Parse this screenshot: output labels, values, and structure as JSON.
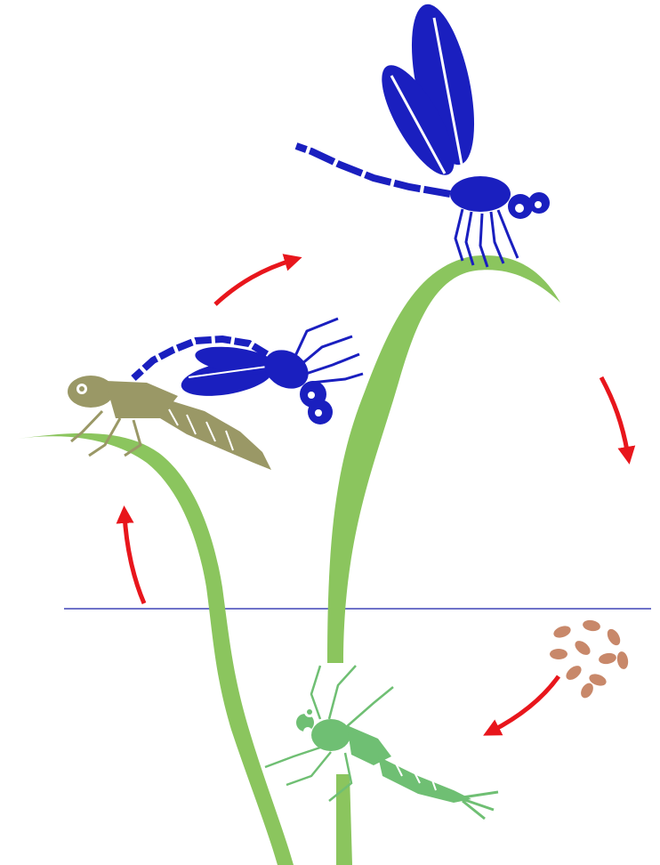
{
  "diagram": {
    "stages": [
      {
        "id": "eggs",
        "name": "eggs-cluster",
        "color": "#c8886a"
      },
      {
        "id": "nymph",
        "name": "nymph-underwater",
        "color": "#6fbf73"
      },
      {
        "id": "emergence",
        "name": "emergence-on-stem",
        "color": "#9a9866"
      },
      {
        "id": "adult",
        "name": "adult-dragonfly",
        "color": "#1a1fbf"
      }
    ],
    "colors": {
      "stem": "#8bc55e",
      "water_line": "#6f73c9",
      "arrow": "#e8161c",
      "adult": "#1a1fbf",
      "exuvia": "#9a9866",
      "nymph": "#6fbf73",
      "eggs": "#c8886a"
    },
    "arrows": [
      {
        "name": "arrow-eggs-to-nymph",
        "from": "eggs",
        "to": "nymph"
      },
      {
        "name": "arrow-nymph-to-emergence",
        "from": "nymph",
        "to": "emergence"
      },
      {
        "name": "arrow-emergence-to-adult",
        "from": "emergence",
        "to": "adult"
      },
      {
        "name": "arrow-adult-to-eggs",
        "from": "adult",
        "to": "eggs"
      }
    ]
  }
}
